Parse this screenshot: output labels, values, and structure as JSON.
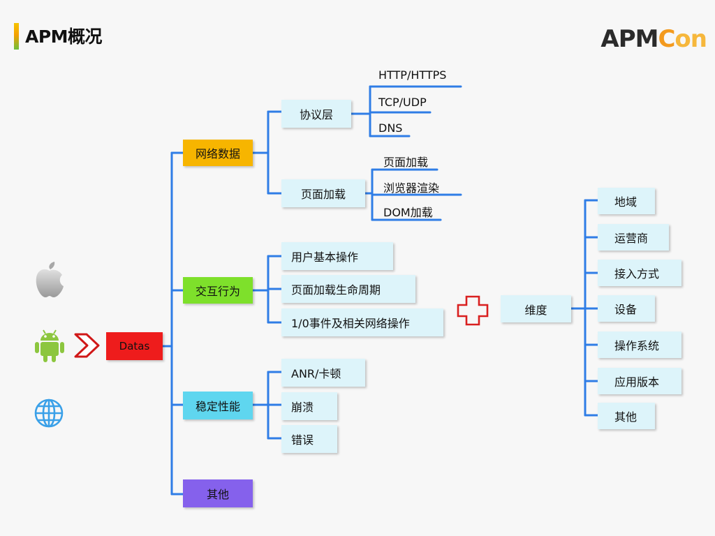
{
  "header": {
    "title": "APM概况"
  },
  "logo": {
    "part_dark": "APM",
    "part_c": "C",
    "part_on": "on"
  },
  "platform_icons": [
    "apple-icon",
    "android-icon",
    "globe-icon"
  ],
  "root": {
    "label": "Datas"
  },
  "categories": {
    "network": {
      "label": "网络数据"
    },
    "interaction": {
      "label": "交互行为"
    },
    "stability": {
      "label": "稳定性能"
    },
    "other": {
      "label": "其他"
    }
  },
  "network_children": {
    "protocol": {
      "label": "协议层",
      "items": [
        "HTTP/HTTPS",
        "TCP/UDP",
        "DNS"
      ]
    },
    "pageload": {
      "label": "页面加载",
      "items": [
        "页面加载",
        "浏览器渲染",
        "DOM加载"
      ]
    }
  },
  "interaction_children": [
    "用户基本操作",
    "页面加载生命周期",
    "1/0事件及相关网络操作"
  ],
  "stability_children": [
    "ANR/卡顿",
    "崩溃",
    "错误"
  ],
  "dimension": {
    "label": "维度",
    "items": [
      "地域",
      "运营商",
      "接入方式",
      "设备",
      "操作系统",
      "应用版本",
      "其他"
    ]
  },
  "colors": {
    "root": "#ee1c1c",
    "network": "#f7b500",
    "interaction": "#7ee02b",
    "stability": "#5fd6ef",
    "other": "#8561ec",
    "leaf": "#ddf4fa",
    "line": "#2f7de6",
    "cross": "#d92020"
  }
}
